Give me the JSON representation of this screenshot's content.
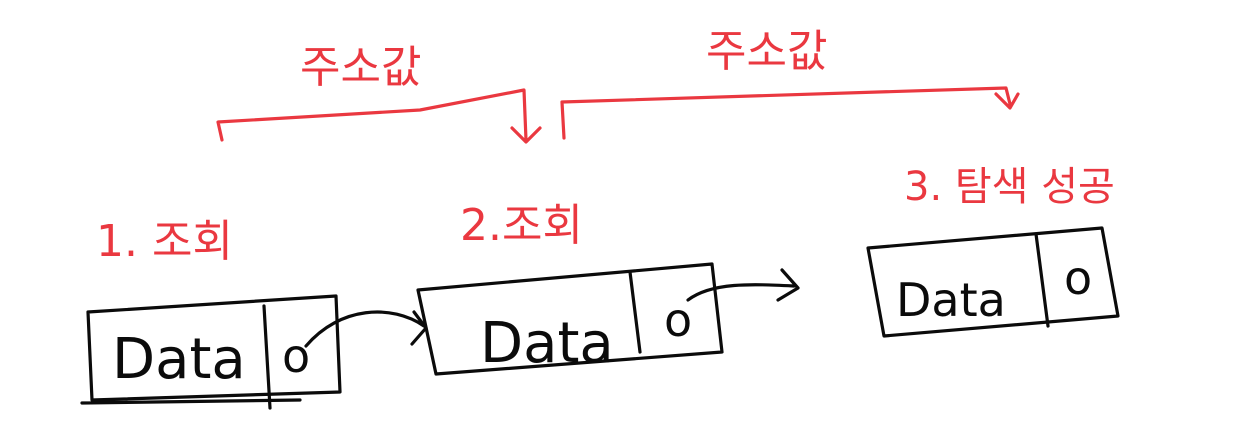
{
  "diagram": {
    "nodes": [
      {
        "id": "node-1",
        "data_label": "Data",
        "pointer_label": "o"
      },
      {
        "id": "node-2",
        "data_label": "Data",
        "pointer_label": "o"
      },
      {
        "id": "node-3",
        "data_label": "Data",
        "pointer_label": "o"
      }
    ],
    "steps": [
      {
        "label": "1. 조회"
      },
      {
        "label": "2.조회"
      },
      {
        "label": "3. 탐색 성공"
      }
    ],
    "brackets": [
      {
        "label": "주소값"
      },
      {
        "label": "주소값"
      }
    ],
    "colors": {
      "ink": "#0b0b0b",
      "annotation": "#ea3840",
      "background": "#ffffff"
    }
  }
}
